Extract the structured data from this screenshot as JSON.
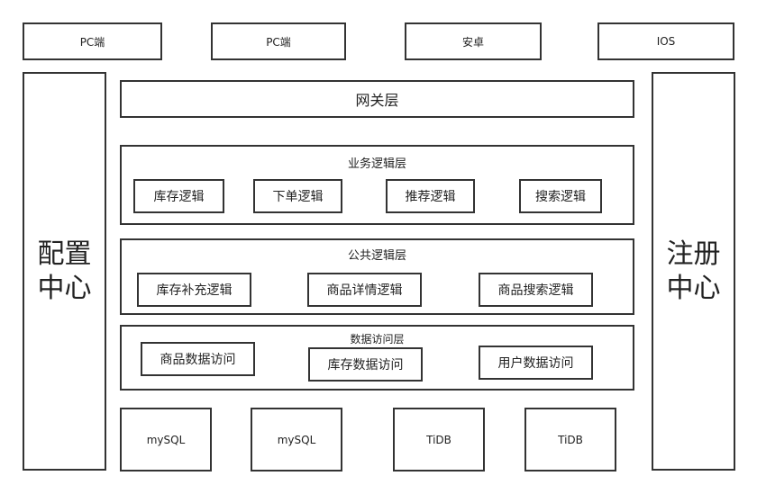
{
  "clients": [
    "PC端",
    "PC端",
    "安卓",
    "IOS"
  ],
  "left_panel": "配置中心",
  "right_panel": "注册中心",
  "gateway": "网关层",
  "business": {
    "title": "业务逻辑层",
    "modules": [
      "库存逻辑",
      "下单逻辑",
      "推荐逻辑",
      "搜索逻辑"
    ]
  },
  "common": {
    "title": "公共逻辑层",
    "modules": [
      "库存补充逻辑",
      "商品详情逻辑",
      "商品搜索逻辑"
    ]
  },
  "data_access": {
    "title": "数据访问层",
    "modules": [
      "商品数据访问",
      "库存数据访问",
      "用户数据访问"
    ]
  },
  "databases": [
    "mySQL",
    "mySQL",
    "TiDB",
    "TiDB"
  ]
}
